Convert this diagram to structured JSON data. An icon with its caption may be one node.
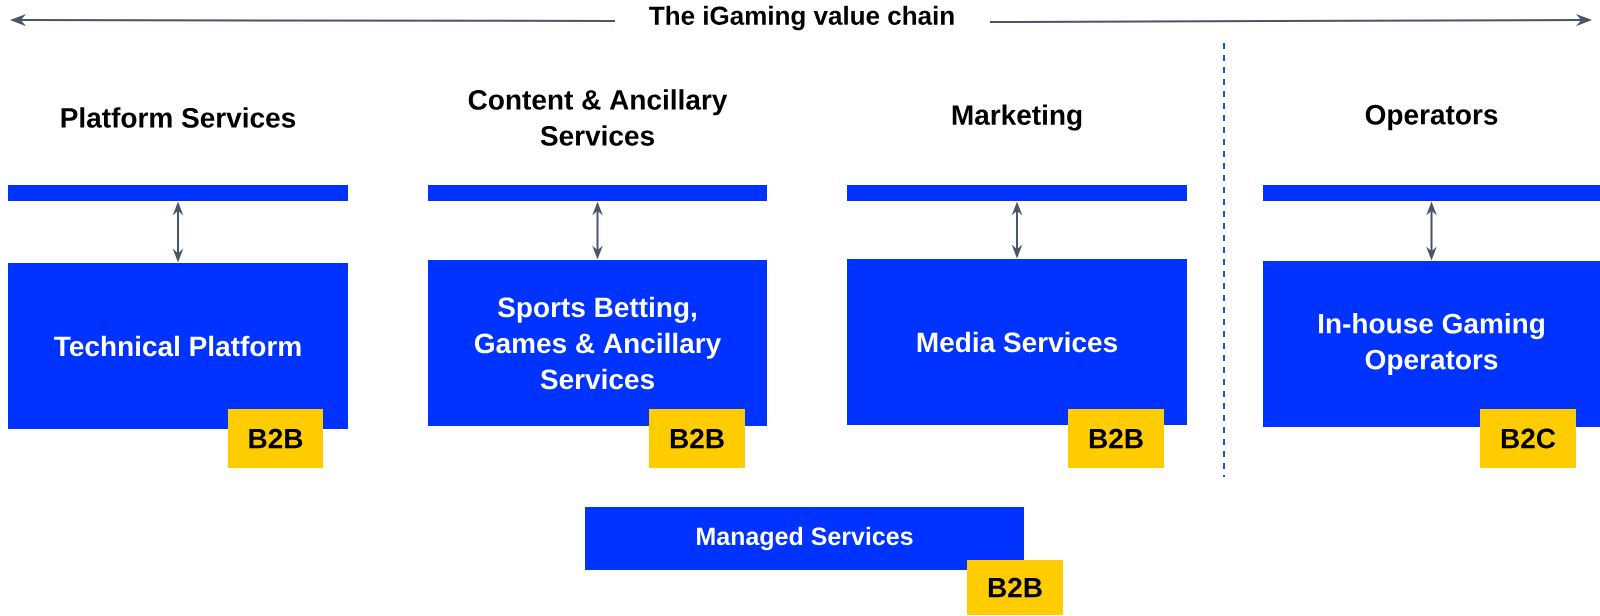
{
  "diagram": {
    "title": "The iGaming value chain",
    "nodes": [
      {
        "text": [
          "Platform Services"
        ]
      },
      {
        "text": [
          "Content & Ancillary Services"
        ]
      },
      {
        "text": [
          "Marketing"
        ]
      },
      {
        "text": [
          "Operators"
        ]
      },
      {
        "text": [
          "Technical Platform"
        ]
      },
      {
        "text": [
          "B2B"
        ]
      },
      {
        "text": [
          "Sports Betting, Games & Ancillary Services"
        ]
      },
      {
        "text": [
          "B2B"
        ]
      },
      {
        "text": [
          "Media Services"
        ]
      },
      {
        "text": [
          "B2B"
        ]
      },
      {
        "text": [
          "In-house Gaming Operators"
        ]
      },
      {
        "text": [
          "B2C"
        ]
      },
      {
        "text": [
          "Managed Services"
        ]
      },
      {
        "text": [
          "B2B"
        ]
      }
    ],
    "edges": [
      {
        "from": 0,
        "to": 4,
        "arrow": "both"
      },
      {
        "from": 1,
        "to": 6,
        "arrow": "both"
      },
      {
        "from": 2,
        "to": 8,
        "arrow": "both"
      },
      {
        "from": 3,
        "to": 10,
        "arrow": "both"
      }
    ]
  }
}
